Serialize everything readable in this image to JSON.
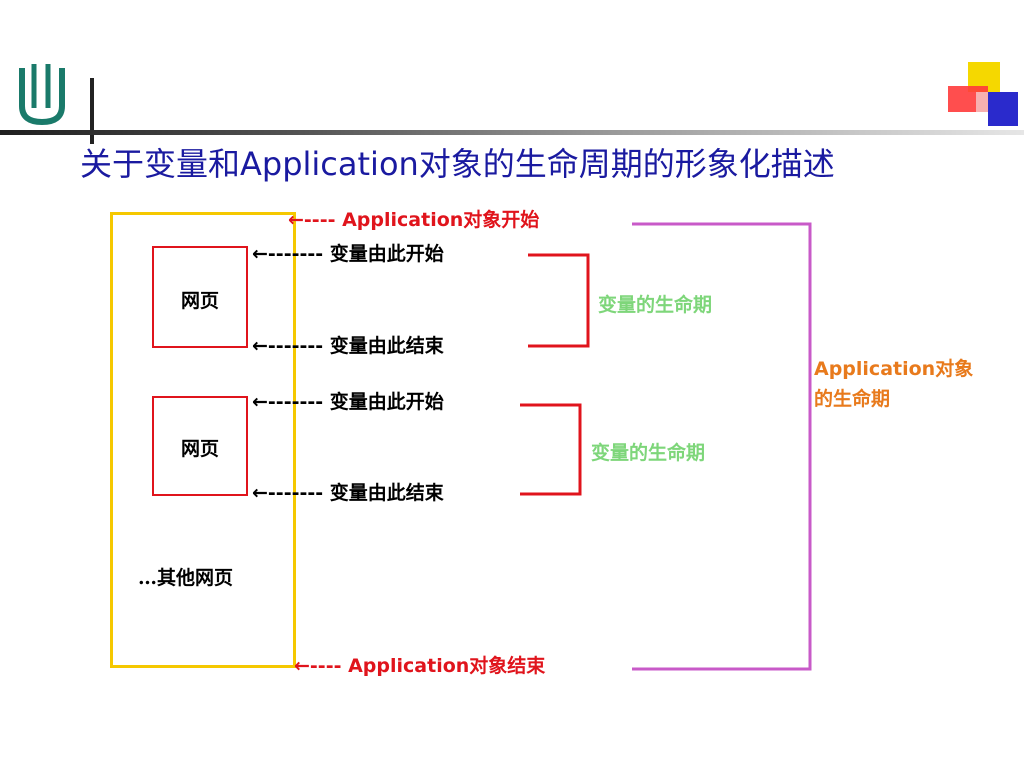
{
  "slide": {
    "title": "关于变量和Application对象的生命周期的形象化描述"
  },
  "colors": {
    "title": "#1a1aa0",
    "application_frame": "#f5c800",
    "page_box": "#e0141c",
    "variable_bracket": "#e0141c",
    "application_bracket": "#c85ac8",
    "app_label": "#e0141c",
    "variable_lifetime": "#7ed67a",
    "application_lifetime": "#e87a1c"
  },
  "diagram": {
    "app_start": {
      "arrow": "←----",
      "label": "Application对象开始"
    },
    "app_end": {
      "arrow": "←----",
      "label": "Application对象结束"
    },
    "page_1": {
      "label": "网页",
      "var_start": {
        "arrow": "←-------",
        "label": "变量由此开始"
      },
      "var_end": {
        "arrow": "←-------",
        "label": "变量由此结束"
      },
      "lifetime": "变量的生命期"
    },
    "page_2": {
      "label": "网页",
      "var_start": {
        "arrow": "←-------",
        "label": "变量由此开始"
      },
      "var_end": {
        "arrow": "←-------",
        "label": "变量由此结束"
      },
      "lifetime": "变量的生命期"
    },
    "other_pages": "…其他网页",
    "app_lifetime_line1_latin": "Application",
    "app_lifetime_line1_cjk": "对象",
    "app_lifetime_line2": "的生命期"
  }
}
